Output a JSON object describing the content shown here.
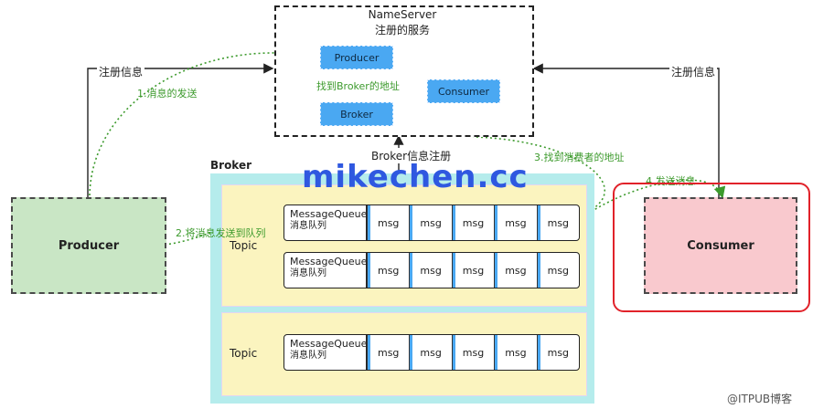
{
  "nameserver": {
    "title": "NameServer",
    "subtitle": "注册的服务",
    "producer_label": "Producer",
    "broker_label": "Broker",
    "consumer_label": "Consumer",
    "find_broker": "找到Broker的地址"
  },
  "labels": {
    "register_left": "注册信息",
    "register_right": "注册信息",
    "broker_register": "Broker信息注册",
    "broker_area": "Broker"
  },
  "steps": {
    "step1": "1.消息的发送",
    "step2": "2.将消息发送到队列",
    "step3": "3.找到消费者的地址",
    "step4": "4.发送消息"
  },
  "producer": {
    "label": "Producer"
  },
  "consumer": {
    "label": "Consumer"
  },
  "topics": [
    {
      "label": "Topic",
      "queues": [
        {
          "title": "MessageQueue",
          "sub": "消息队列",
          "cells": [
            "msg",
            "msg",
            "msg",
            "msg",
            "msg"
          ]
        },
        {
          "title": "MessageQueue",
          "sub": "消息队列",
          "cells": [
            "msg",
            "msg",
            "msg",
            "msg",
            "msg"
          ]
        }
      ]
    },
    {
      "label": "Topic",
      "queues": [
        {
          "title": "MessageQueue",
          "sub": "消息队列",
          "cells": [
            "msg",
            "msg",
            "msg",
            "msg",
            "msg"
          ]
        }
      ]
    }
  ],
  "watermark": "mikechen.cc",
  "source_mark": "@ITPUB博客",
  "colors": {
    "blue_node": "#4aa8f2",
    "producer_fill": "#c9e6c5",
    "consumer_fill": "#f9c9ce",
    "broker_fill": "#b5ecec",
    "topic_fill": "#fbf4bf",
    "green_flow": "#3c9a2c",
    "red_frame": "#e1222a"
  }
}
